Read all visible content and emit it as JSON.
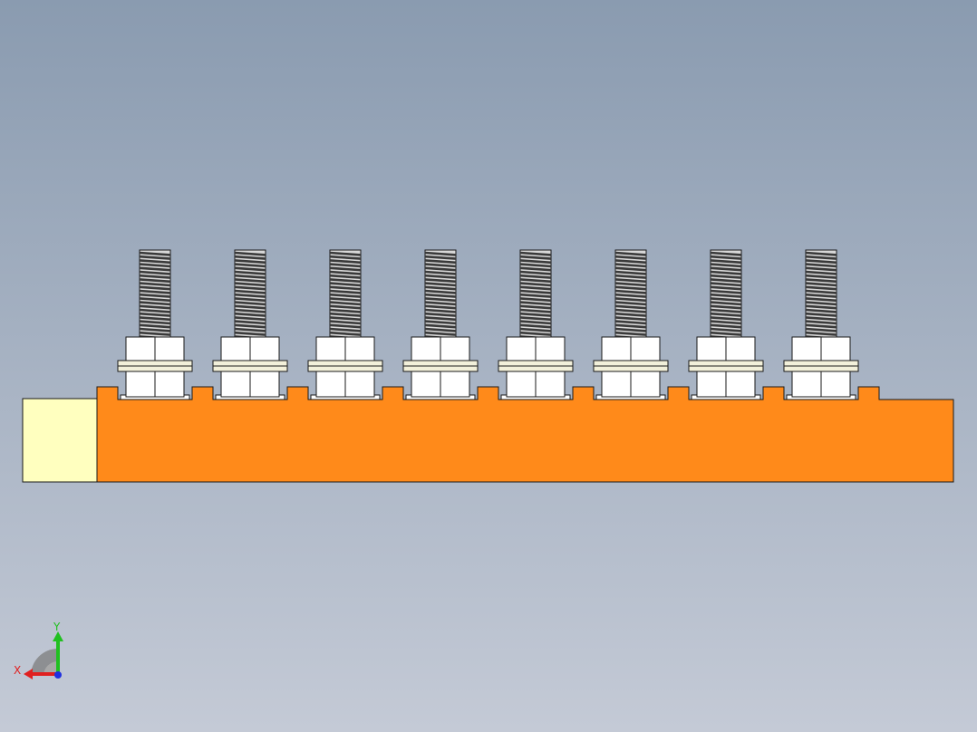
{
  "viewport": {
    "background_top": "#8a9bb0",
    "background_bottom": "#c4cad6"
  },
  "model": {
    "bus_bar_color": "#ff8a1a",
    "end_cap_color": "#ffffbf",
    "nut_color": "#ffffff",
    "washer_color": "#f2f0da",
    "thread_color": "#3a3a3a",
    "outline_color": "#1a1a1a",
    "stud_count": 8
  },
  "triad": {
    "x_label": "X",
    "y_label": "Y",
    "x_color": "#e02020",
    "y_color": "#20c020",
    "z_color": "#2030e0"
  }
}
